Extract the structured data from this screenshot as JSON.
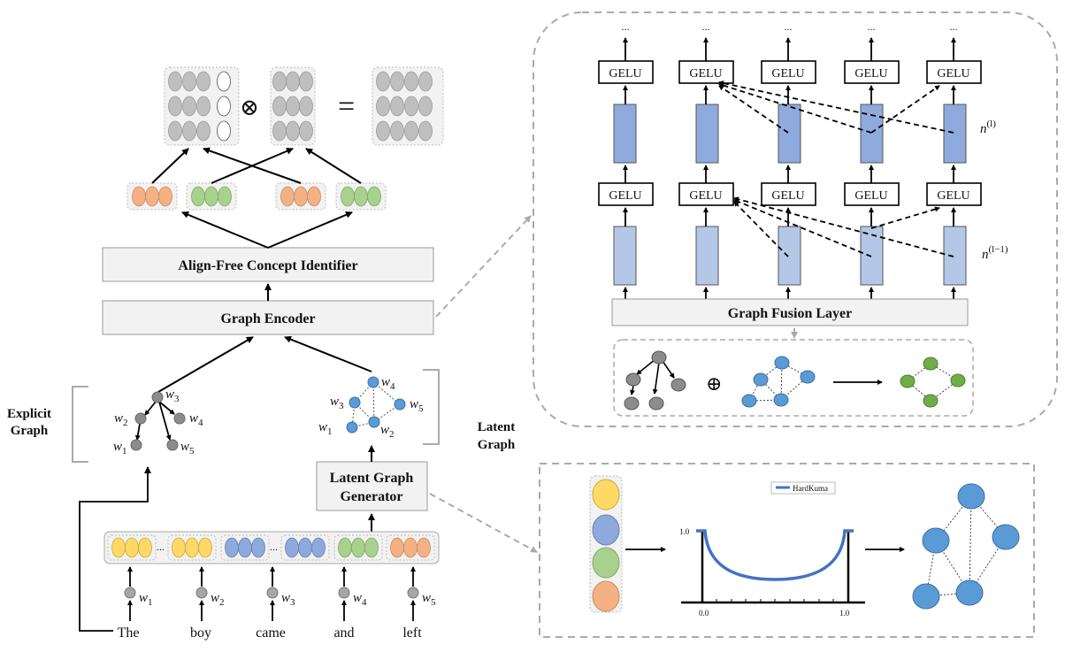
{
  "left": {
    "concept_identifier_label": "Align-Free Concept Identifier",
    "graph_encoder_label": "Graph Encoder",
    "latent_generator_line1": "Latent Graph",
    "latent_generator_line2": "Generator",
    "explicit_graph_line1": "Explicit",
    "explicit_graph_line2": "Graph",
    "latent_graph_line1": "Latent",
    "latent_graph_line2": "Graph",
    "otimes_symbol": "⊗",
    "equals_symbol": "=",
    "dots": "...",
    "words": [
      "The",
      "boy",
      "came",
      "and",
      "left"
    ],
    "word_vars": [
      "w",
      "w",
      "w",
      "w",
      "w"
    ],
    "word_subs": [
      "1",
      "2",
      "3",
      "4",
      "5"
    ],
    "explicit_nodes": [
      {
        "var": "w",
        "sub": "3"
      },
      {
        "var": "w",
        "sub": "2"
      },
      {
        "var": "w",
        "sub": "4"
      },
      {
        "var": "w",
        "sub": "1"
      },
      {
        "var": "w",
        "sub": "5"
      }
    ],
    "latent_nodes": [
      {
        "var": "w",
        "sub": "4"
      },
      {
        "var": "w",
        "sub": "3"
      },
      {
        "var": "w",
        "sub": "5"
      },
      {
        "var": "w",
        "sub": "1"
      },
      {
        "var": "w",
        "sub": "2"
      }
    ]
  },
  "right_top": {
    "gelu_label": "GELU",
    "top_dots": [
      "...",
      "...",
      "...",
      "...",
      "..."
    ],
    "layer_l_var": "n",
    "layer_l_sup": "(l)",
    "layer_l1_var": "n",
    "layer_l1_sup": "(l−1)",
    "fusion_label": "Graph Fusion Layer",
    "oplus_symbol": "⊕"
  },
  "right_bottom": {
    "legend_label": "HardKuma",
    "y_tick_top": "1.0",
    "x_tick_left": "0.0",
    "x_tick_right": "1.0",
    "curve_color": "#4472c4"
  },
  "colors": {
    "yellow": "#ffd966",
    "blue": "#8ea9db",
    "green": "#a9d18e",
    "orange": "#f4b183",
    "gray": "#bfbfbf",
    "node_gray": "#8c8c8c",
    "node_blue": "#5b9bd5",
    "node_green": "#70ad47",
    "dark_blue_bar": "#8faadc",
    "light_blue_bar": "#b4c7e7"
  }
}
